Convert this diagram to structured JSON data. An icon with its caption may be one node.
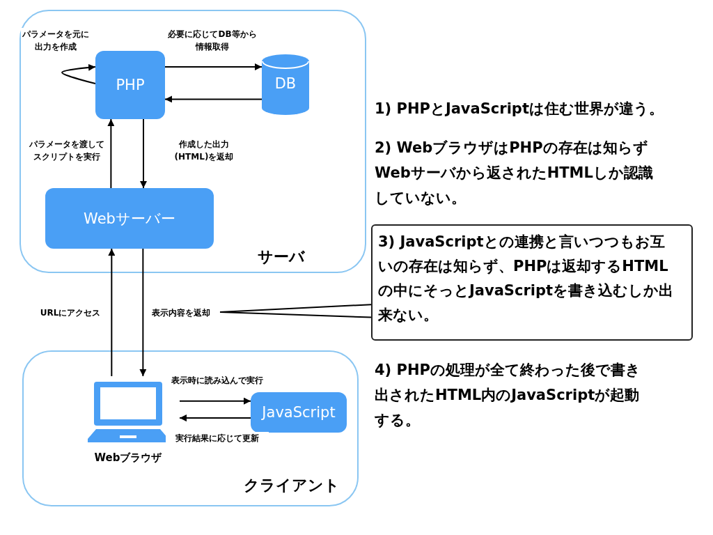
{
  "diagram": {
    "nodes": [
      {
        "text": [
          "サーバ"
        ]
      },
      {
        "text": [
          "PHP"
        ],
        "in": 0
      },
      {
        "text": [
          "DB"
        ],
        "in": 0
      },
      {
        "text": [
          "Webサーバー"
        ],
        "in": 0
      },
      {
        "text": [
          "クライアント"
        ]
      },
      {
        "text": [
          "Webブラウザ"
        ],
        "in": 4
      },
      {
        "text": [
          "JavaScript"
        ],
        "in": 4
      },
      {
        "text": [
          "3) JavaScriptとの連携と言いつつもお互いの存在は知らず、PHPは返却するHTMLの中にそっとJavaScriptを書き込むしか出来ない。"
        ]
      }
    ],
    "edges": [
      {
        "from": 1,
        "to": 1,
        "arrow": "to",
        "label": "パラメータを元に出力を作成"
      },
      {
        "from": 1,
        "to": 2,
        "arrow": "to",
        "label": "必要に応じてDB等から情報取得"
      },
      {
        "from": 2,
        "to": 1,
        "arrow": "to"
      },
      {
        "from": 3,
        "to": 1,
        "arrow": "to",
        "label": "パラメータを渡してスクリプトを実行"
      },
      {
        "from": 1,
        "to": 3,
        "arrow": "to",
        "label": "作成した出力(HTML)を返却"
      },
      {
        "from": 5,
        "to": 3,
        "arrow": "to",
        "label": "URLにアクセス"
      },
      {
        "from": 3,
        "to": 5,
        "arrow": "to",
        "label": "表示内容を返却"
      },
      {
        "from": 5,
        "to": 6,
        "arrow": "to",
        "label": "表示時に読み込んで実行"
      },
      {
        "from": 6,
        "to": 5,
        "arrow": "to",
        "label": "実行結果に応じて更新"
      },
      {
        "from": 7,
        "to": null,
        "arrow": "none"
      }
    ],
    "labels": [
      "1) PHPとJavaScriptは住む世界が違う。",
      "2) WebブラウザはPHPの存在は知らずWebサーバから返されたHTMLしか認識していない。",
      "4) PHPの処理が全て終わった後で書き出されたHTML内のJavaScriptが起動する。"
    ]
  }
}
